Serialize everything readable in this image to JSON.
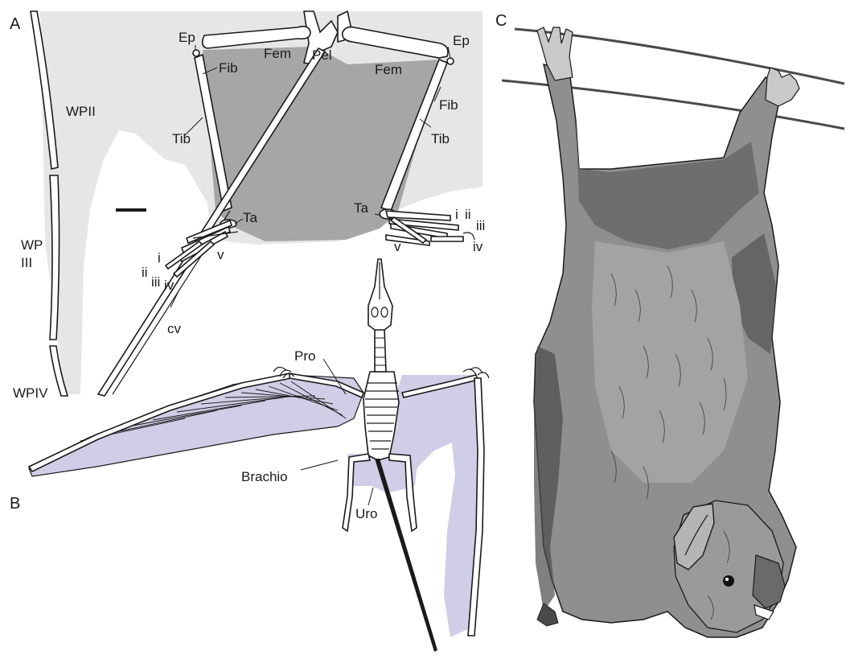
{
  "figure": {
    "panel_labels": {
      "a": "A",
      "b": "B",
      "c": "C"
    },
    "panel_a": {
      "labels": {
        "ep_left": "Ep",
        "ep_right": "Ep",
        "fem_left": "Fem",
        "fem_right": "Fem",
        "pel": "Pel",
        "fib_left": "Fib",
        "fib_right": "Fib",
        "tib_left": "Tib",
        "tib_right": "Tib",
        "ta_left": "Ta",
        "ta_right": "Ta",
        "wp2": "WPII",
        "wp3_line1": "WP",
        "wp3_line2": "III",
        "wp4": "WPIV",
        "digit_i_left": "i",
        "digit_ii_left": "ii",
        "digit_iii_left": "iii",
        "digit_iv_left": "iv",
        "digit_v_left": "v",
        "digit_i_right": "i",
        "digit_ii_right": "ii",
        "digit_iii_right": "iii",
        "digit_iv_right": "iv",
        "digit_v_right": "v",
        "cv": "cv"
      }
    },
    "panel_b": {
      "labels": {
        "pro": "Pro",
        "brachio": "Brachio",
        "uro": "Uro"
      }
    },
    "colors": {
      "membrane_light": "#e6e6e6",
      "membrane_dark": "#a6a6a6",
      "membrane_lilac": "#d0cde6",
      "bat_fur": "#8f8f8f",
      "bat_shadow": "#4a4a4a",
      "ink": "#1a1a1a"
    }
  }
}
